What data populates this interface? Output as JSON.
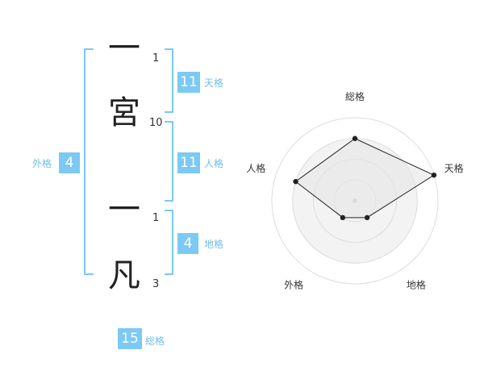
{
  "name_chars": [
    {
      "char": "一",
      "strokes": "1"
    },
    {
      "char": "宮",
      "strokes": "10"
    },
    {
      "char": "一",
      "strokes": "1"
    },
    {
      "char": "凡",
      "strokes": "3"
    }
  ],
  "kaku": {
    "tenkaku": {
      "value": "11",
      "label": "天格"
    },
    "jinkaku": {
      "value": "11",
      "label": "人格"
    },
    "chikaku": {
      "value": "4",
      "label": "地格"
    },
    "gaikaku": {
      "value": "4",
      "label": "外格"
    },
    "soukaku": {
      "value": "15",
      "label": "総格"
    }
  },
  "accent_color": "#7cc9f4",
  "chart_data": {
    "type": "radar",
    "axes": [
      "総格",
      "天格",
      "地格",
      "外格",
      "人格"
    ],
    "values": [
      3,
      4,
      1,
      1,
      3
    ],
    "rlim": [
      0,
      4
    ],
    "rings": 4
  }
}
